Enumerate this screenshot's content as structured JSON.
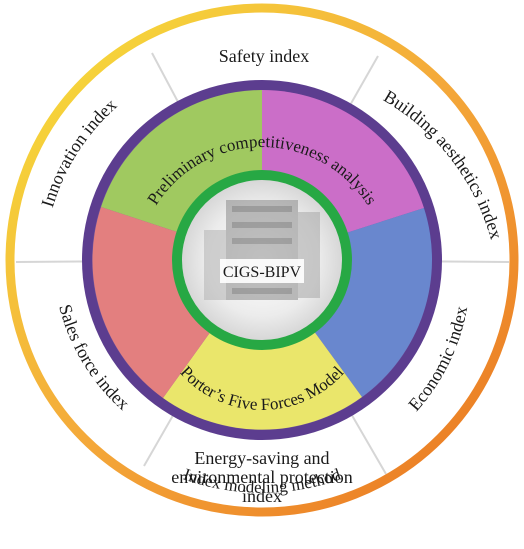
{
  "diagram": {
    "center_label": "CIGS-BIPV",
    "inner_ring": {
      "top_label": "Preliminary competitiveness analysis",
      "bottom_label": "Porter’s Five Forces Model",
      "segment_colors": [
        "#93c24a",
        "#c45bc1",
        "#5577c8",
        "#e8e357",
        "#e06e6e"
      ]
    },
    "outer_ring": {
      "segments": [
        {
          "label": "Safety index"
        },
        {
          "label": "Building aesthetics index"
        },
        {
          "label": "Economic index"
        },
        {
          "label": "Energy-saving and",
          "label2": "environmental protection",
          "label3": "index"
        },
        {
          "label": "Sales force index"
        },
        {
          "label": "Innovation index"
        }
      ]
    },
    "outer_border_label": "Index modeling method",
    "colors": {
      "ring_gradient_start": "#f6e23a",
      "ring_gradient_end": "#e9731f",
      "inner_band": "#5c3d8f",
      "center_ring": "#27a844"
    }
  }
}
